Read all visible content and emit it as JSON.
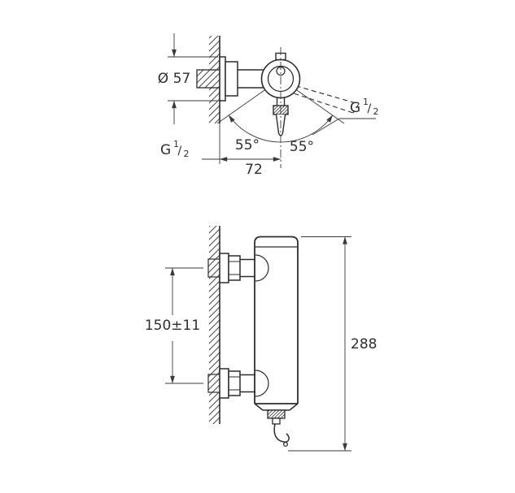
{
  "figure": {
    "colors": {
      "outline": "#2d2d2d",
      "dimension_line": "#3a3a3a",
      "text": "#2f2f2f",
      "background": "#ffffff"
    },
    "top_view": {
      "diameter_label": "Ø 57",
      "depth_label": "72",
      "swivel_left_label": "55°",
      "swivel_right_label": "55°"
    },
    "front_view": {
      "spacing_label": "150±11",
      "height_label": "288"
    },
    "thread_label": {
      "prefix": "G",
      "numerator": "1",
      "slash": "/",
      "denominator": "2"
    }
  }
}
